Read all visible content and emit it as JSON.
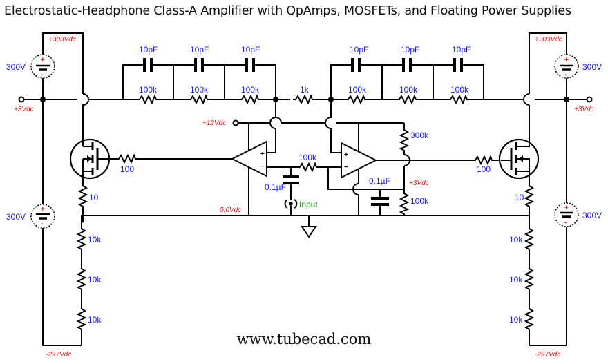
{
  "title": "Electrostatic-Headphone Class-A Amplifier with OpAmps, MOSFETs, and Floating Power Supplies",
  "footer": "www.tubecad.com",
  "colors": {
    "component_label": "#1a1aee",
    "voltage_label": "#ee1111",
    "input_label": "#128a12",
    "wire": "#000000"
  },
  "batteries": {
    "left_top": {
      "value": "300V",
      "plus": "+",
      "minus": "-"
    },
    "left_bottom": {
      "value": "300V",
      "plus": "+",
      "minus": "-"
    },
    "right_top": {
      "value": "300V",
      "plus": "+",
      "minus": "-"
    },
    "right_bottom": {
      "value": "300V",
      "plus": "+",
      "minus": "-"
    }
  },
  "voltages": {
    "left_top_rail": "+303Vdc",
    "right_top_rail": "+303Vdc",
    "left_output": "+3Vdc",
    "right_output": "+3Vdc",
    "supply": "+12Vdc",
    "ground_rail": "0.0Vdc",
    "bias_node": "+3Vdc",
    "left_bottom_rail": "-297Vdc",
    "right_bottom_rail": "-297Vdc"
  },
  "feedback_left": {
    "capacitors": [
      "10pF",
      "10pF",
      "10pF"
    ],
    "resistors": [
      "100k",
      "100k",
      "100k"
    ]
  },
  "feedback_right": {
    "capacitors": [
      "10pF",
      "10pF",
      "10pF"
    ],
    "resistors": [
      "100k",
      "100k",
      "100k"
    ]
  },
  "center_resistor": "1k",
  "opamp_inv_resistor": "100k",
  "input_capacitor": "0.1µF",
  "bias_capacitor": "0.1µF",
  "bias_divider_top": "300k",
  "bias_divider_bottom": "100k",
  "gate_resistor_left": "100",
  "gate_resistor_right": "100",
  "source_resistor_left": "10",
  "source_resistor_right": "10",
  "load_resistors_left": [
    "10k",
    "10k",
    "10k"
  ],
  "load_resistors_right": [
    "10k",
    "10k",
    "10k"
  ],
  "input_jack_label": "Input",
  "opamp_pins": {
    "plus": "+",
    "minus": "−"
  }
}
